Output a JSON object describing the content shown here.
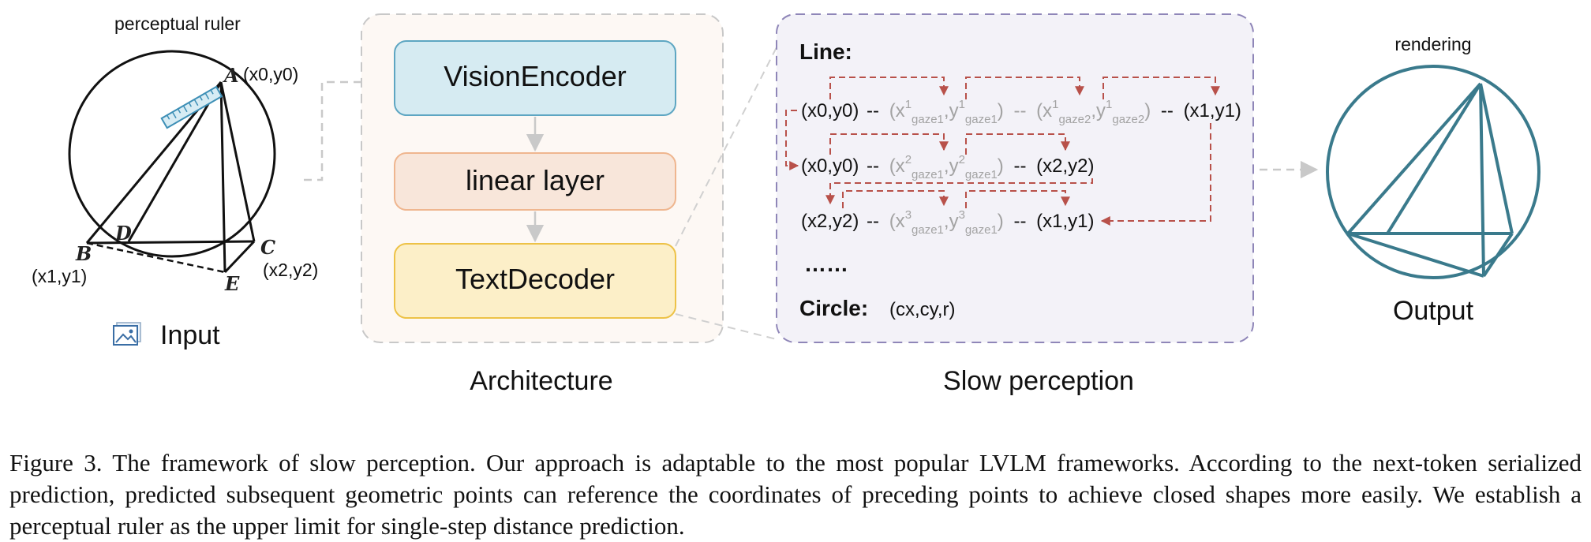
{
  "input": {
    "ruler_label": "perceptual ruler",
    "points": {
      "A": "A",
      "B": "B",
      "C": "C",
      "D": "D",
      "E": "E"
    },
    "coords": {
      "a": "(x0,y0)",
      "b": "(x1,y1)",
      "c": "(x2,y2)"
    },
    "label": "Input",
    "icon": "image-icon"
  },
  "architecture": {
    "vision_encoder": "VisionEncoder",
    "linear_layer": "linear layer",
    "text_decoder": "TextDecoder",
    "label": "Architecture"
  },
  "slow_perception": {
    "line_title": "Line:",
    "row1": {
      "p_start": "(x0,y0)",
      "sep1": "--",
      "g1_base": "(x",
      "g1_sup": "1",
      "g1_sub": "gaze1",
      "g1_mid": ",y",
      "g1_sup2": "1",
      "g1_sub2": "gaze1",
      "g1_close": ")",
      "sep2": "--",
      "g2_base": "(x",
      "g2_sup": "1",
      "g2_sub": "gaze2",
      "g2_mid": ",y",
      "g2_sup2": "1",
      "g2_sub2": "gaze2",
      "g2_close": ")",
      "sep3": "--",
      "p_end": "(x1,y1)"
    },
    "row2": {
      "p_start": "(x0,y0)",
      "sep1": "--",
      "g1_base": "(x",
      "g1_sup": "2",
      "g1_sub": "gaze1",
      "g1_mid": ",y",
      "g1_sup2": "2",
      "g1_sub2": "gaze1",
      "g1_close": ")",
      "sep2": "--",
      "p_end": "(x2,y2)"
    },
    "row3": {
      "p_start": "(x2,y2)",
      "sep1": "--",
      "g1_base": "(x",
      "g1_sup": "3",
      "g1_sub": "gaze1",
      "g1_mid": ",y",
      "g1_sup2": "3",
      "g1_sub2": "gaze1",
      "g1_close": ")",
      "sep2": "--",
      "p_end": "(x1,y1)"
    },
    "ellipsis": "……",
    "circle_title": "Circle:",
    "circle_value": "(cx,cy,r)",
    "label": "Slow perception",
    "colors": {
      "arrow": "#b8514a",
      "gaze_text": "#a3a3a3",
      "panel_border": "#8f86b8"
    }
  },
  "output": {
    "rendering_label": "rendering",
    "label": "Output",
    "colors": {
      "stroke": "#3a7a8c"
    }
  },
  "caption": "Figure 3. The framework of slow perception. Our approach is adaptable to the most popular LVLM frameworks. According to the next-token serialized prediction, predicted subsequent geometric points can reference the coordinates of preceding points to achieve closed shapes more easily. We establish a perceptual ruler as the upper limit for single-step distance prediction."
}
